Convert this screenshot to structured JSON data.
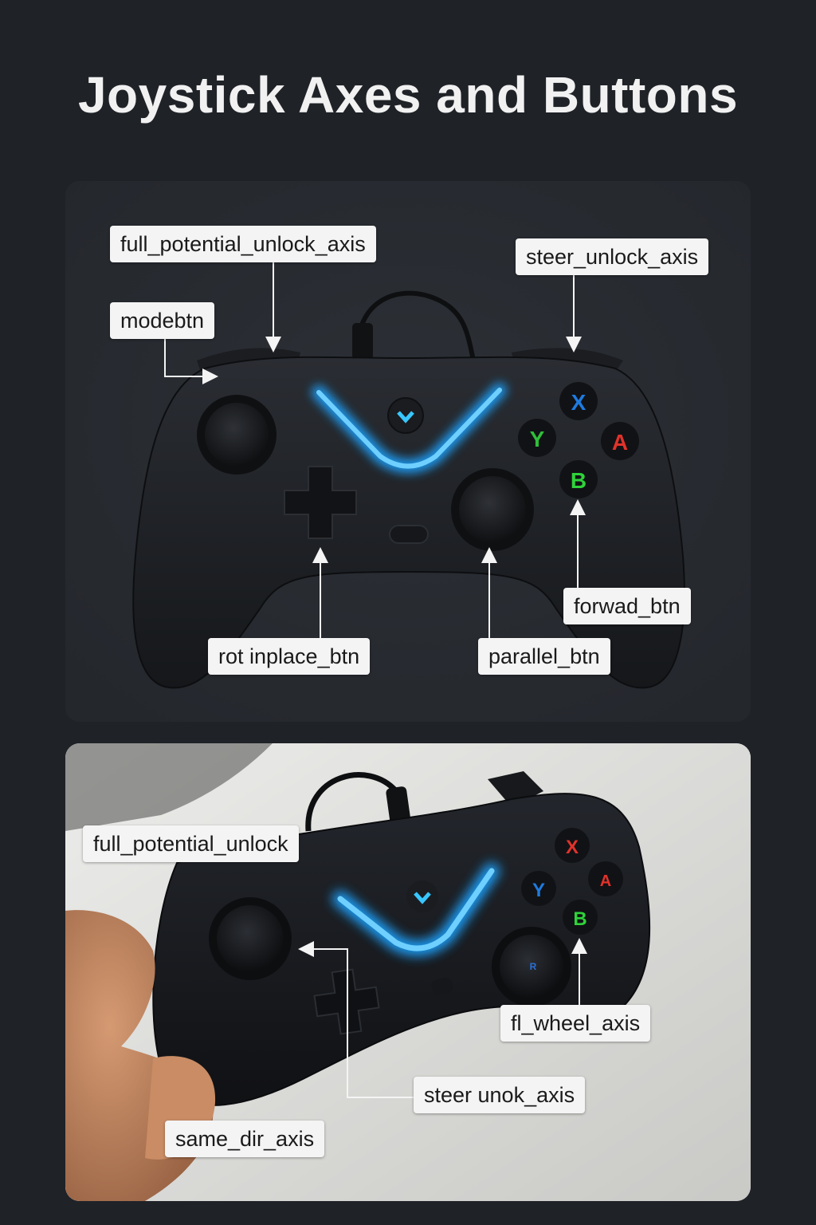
{
  "title": "Joystick Axes and Buttons",
  "colors": {
    "background": "#1f2227",
    "panel": "#262a30",
    "glow": "#1fa3ff",
    "label_bg": "#f4f4f4",
    "btn_x": "#1e7be0",
    "btn_y": "#2fbf3a",
    "btn_a": "#e0332b",
    "btn_b": "#2fd23a"
  },
  "top_panel": {
    "labels": {
      "full_potential_unlock_axis": "full_potential_unlock_axis",
      "steer_unlock_axis": "steer_unlock_axis",
      "modebtn": "modebtn",
      "forwad_btn": "forwad_btn",
      "rot_inplace_btn": "rot inplace_btn",
      "parallel_btn": "parallel_btn"
    },
    "face_buttons": {
      "x": "X",
      "y": "Y",
      "a": "A",
      "b": "B"
    }
  },
  "bottom_panel": {
    "labels": {
      "full_potential_unlock": "full_potential_unlock",
      "fl_wheel_axis": "fl_wheel_axis",
      "steer_unok_axis": "steer unok_axis",
      "same_dir_axis": "same_dir_axis"
    },
    "face_buttons": {
      "x": "X",
      "y": "Y",
      "a": "A",
      "b": "B"
    },
    "right_stick_letter": "R"
  }
}
